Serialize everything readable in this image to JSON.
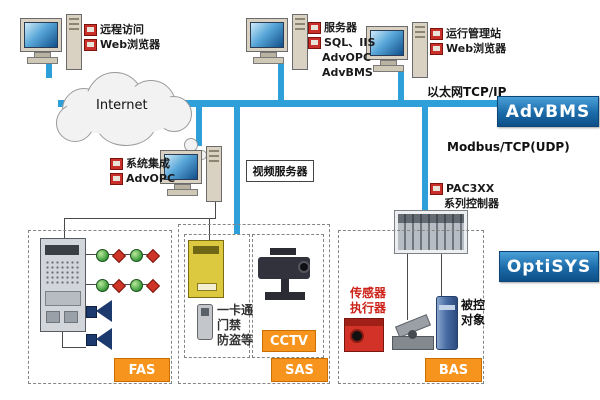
{
  "nodes": {
    "remote": {
      "line1": "远程访问",
      "line2": "Web浏览器"
    },
    "server": {
      "line1": "服务器",
      "line2": "SQL、IIS",
      "line3": "AdvOPC",
      "line4": "AdvBMS"
    },
    "mgmt": {
      "line1": "运行管理站",
      "line2": "Web浏览器"
    },
    "integration": {
      "line1": "系统集成",
      "line2": "AdvOPC"
    },
    "video_server": "视频服务器",
    "pac": {
      "line1": "PAC3XX",
      "line2": "系列控制器"
    }
  },
  "network": {
    "internet": "Internet",
    "ethernet": "以太网TCP/IP",
    "modbus": "Modbus/TCP(UDP)",
    "advbms": "AdvBMS",
    "optisys": "OptiSYS"
  },
  "zones": {
    "fas": {
      "tag": "FAS"
    },
    "sas": {
      "tag": "SAS",
      "cctv": "CCTV",
      "access1": "一卡通",
      "access2": "门禁",
      "access3": "防盗等"
    },
    "bas": {
      "tag": "BAS",
      "sensor1": "传感器",
      "sensor2": "执行器",
      "ctrl1": "被控",
      "ctrl2": "对象"
    }
  },
  "colors": {
    "bus": "#2E9FD8",
    "badge_blue": "#1B75BB",
    "tag_orange": "#F7941E",
    "sensor_red": "#D23227"
  }
}
